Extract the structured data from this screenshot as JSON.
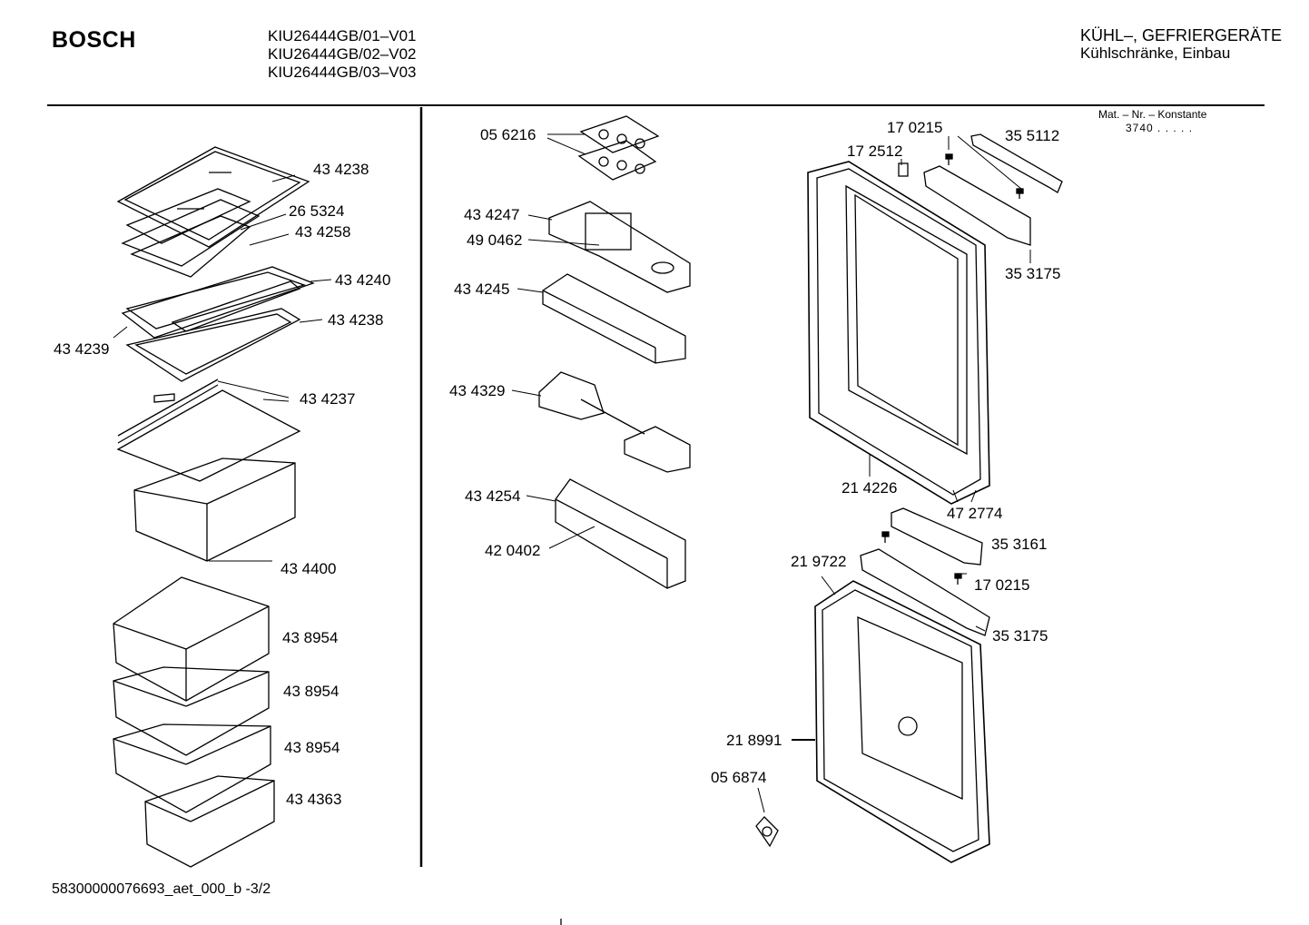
{
  "header": {
    "brand": "BOSCH",
    "models": [
      "KIU26444GB/01–V01",
      "KIU26444GB/02–V02",
      "KIU26444GB/03–V03"
    ],
    "category_line1": "KÜHL–, GEFRIERGERÄTE",
    "category_line2": "Kühlschränke, Einbau",
    "mat_nr_label": "Mat. – Nr. – Konstante",
    "mat_nr_value": "3740 . . . . ."
  },
  "footer": {
    "doc_id": "58300000076693_aet_000_b  -3/2"
  },
  "parts_left": [
    "43 4238",
    "26 5324",
    "43 4258",
    "43 4240",
    "43 4238",
    "43 4239",
    "43 4237",
    "43 4400",
    "43 8954",
    "43 8954",
    "43 8954",
    "43 4363"
  ],
  "parts_middle": [
    "05 6216",
    "43 4247",
    "49 0462",
    "43 4245",
    "43 4329",
    "43 4254",
    "42 0402"
  ],
  "parts_right": [
    "17 0215",
    "35 5112",
    "17 2512",
    "35 3175",
    "21 4226",
    "47 2774",
    "35 3161",
    "21 9722",
    "17 0215",
    "35 3175",
    "21 8991",
    "05 6874"
  ]
}
